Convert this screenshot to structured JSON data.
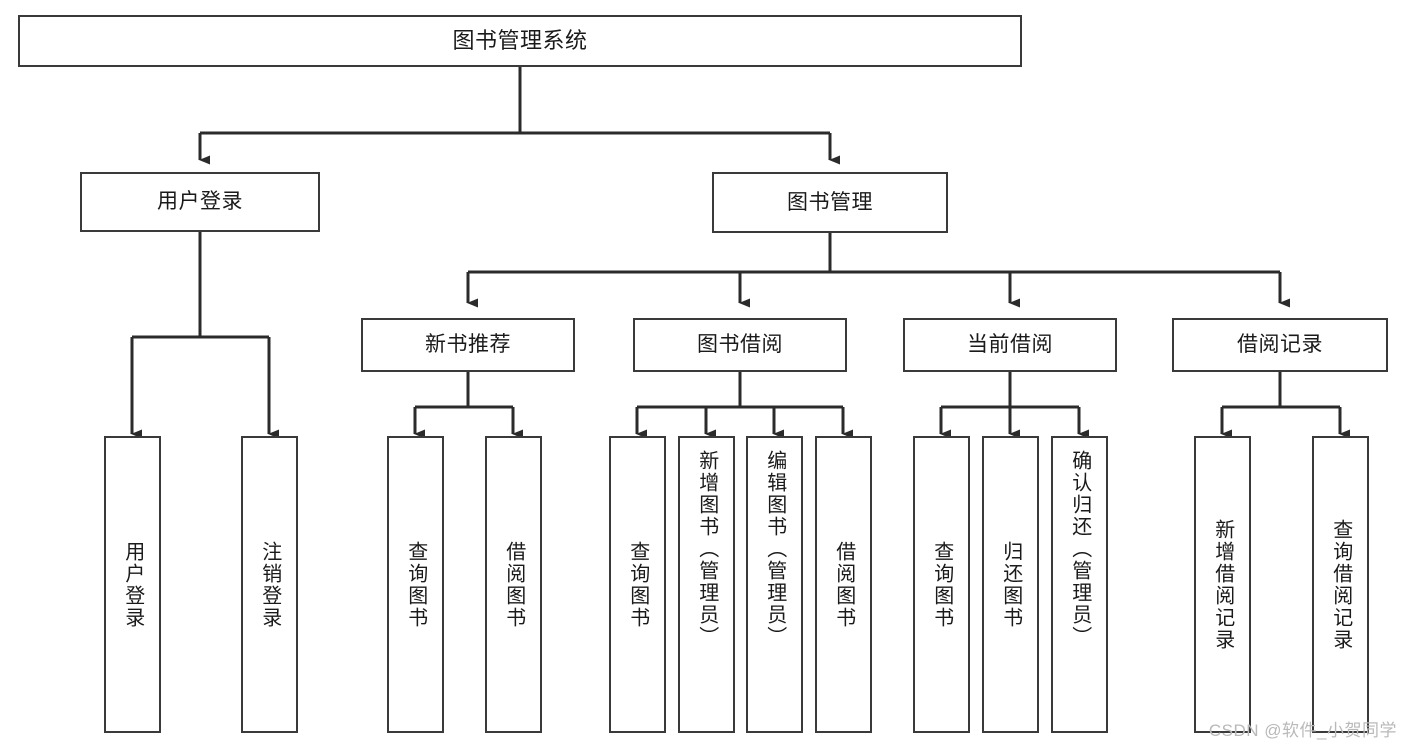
{
  "diagram": {
    "type": "tree-hierarchy",
    "title": "图书管理系统",
    "orientation": "top-down",
    "colors": {
      "background": "#ffffff",
      "box_border": "#3a3a3a",
      "box_fill": "#ffffff",
      "connector": "#2b2b2b",
      "text": "#1a1a1a",
      "watermark": "#b9b9b9"
    },
    "root": {
      "label": "图书管理系统"
    },
    "level2": [
      {
        "id": "user-login",
        "label": "用户登录"
      },
      {
        "id": "book-manage",
        "label": "图书管理"
      }
    ],
    "level3": [
      {
        "id": "new-book-recommend",
        "label": "新书推荐",
        "parent": "book-manage"
      },
      {
        "id": "book-borrow",
        "label": "图书借阅",
        "parent": "book-manage"
      },
      {
        "id": "current-borrow",
        "label": "当前借阅",
        "parent": "book-manage"
      },
      {
        "id": "borrow-record",
        "label": "借阅记录",
        "parent": "book-manage"
      }
    ],
    "leaves": [
      {
        "id": "leaf-user-login",
        "label": "用户登录",
        "parent": "user-login"
      },
      {
        "id": "leaf-logout",
        "label": "注销登录",
        "parent": "user-login"
      },
      {
        "id": "leaf-query-book-1",
        "label": "查询图书",
        "parent": "new-book-recommend"
      },
      {
        "id": "leaf-borrow-book-1",
        "label": "借阅图书",
        "parent": "new-book-recommend"
      },
      {
        "id": "leaf-query-book-2",
        "label": "查询图书",
        "parent": "book-borrow"
      },
      {
        "id": "leaf-add-book",
        "label": "新增图书（管理员）",
        "parent": "book-borrow"
      },
      {
        "id": "leaf-edit-book",
        "label": "编辑图书（管理员）",
        "parent": "book-borrow"
      },
      {
        "id": "leaf-borrow-book-2",
        "label": "借阅图书",
        "parent": "book-borrow"
      },
      {
        "id": "leaf-query-book-3",
        "label": "查询图书",
        "parent": "current-borrow"
      },
      {
        "id": "leaf-return-book",
        "label": "归还图书",
        "parent": "current-borrow"
      },
      {
        "id": "leaf-confirm-return",
        "label": "确认归还（管理员）",
        "parent": "current-borrow"
      },
      {
        "id": "leaf-add-record",
        "label": "新增借阅记录",
        "parent": "borrow-record"
      },
      {
        "id": "leaf-query-record",
        "label": "查询借阅记录",
        "parent": "borrow-record"
      }
    ]
  },
  "watermark": {
    "text": "CSDN @软件_小贺同学"
  }
}
